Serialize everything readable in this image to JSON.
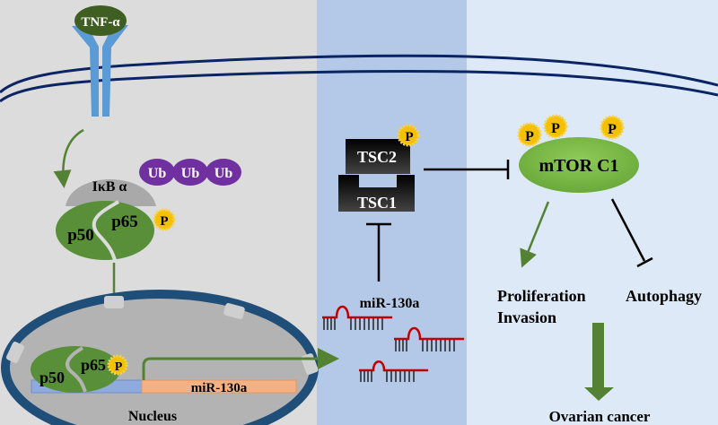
{
  "diagram": {
    "colors": {
      "cytoplasm_bg": "#dcdcdc",
      "middle_panel_bg": "#b4c8e8",
      "right_panel_bg": "#dde9f7",
      "membrane": "#0b2463",
      "receptor": "#5b9bd5",
      "ligand": "#3f5e22",
      "complex_green": "#5a8f3a",
      "mtor_green": "#7bbd45",
      "ikb_gray": "#a9a9a9",
      "ub_purple": "#7030a0",
      "phospho_yellow": "#f5c000",
      "nucleus_border": "#1f4e79",
      "nucleus_fill": "#b3b3b3",
      "dna_blue": "#8faadc",
      "gene_salmon": "#f4b183",
      "mirna_red": "#c00000",
      "arrow_green": "#548235",
      "inhibit_black": "#000000"
    },
    "ligand": {
      "label": "TNF-α"
    },
    "ikb": {
      "label": "IκB α"
    },
    "ubiquitin": [
      "Ub",
      "Ub",
      "Ub"
    ],
    "nfkb_cytoplasm": {
      "p50": "p50",
      "p65": "p65",
      "phospho": "P"
    },
    "nfkb_nucleus": {
      "p50": "p50",
      "p65": "p65",
      "phospho": "P"
    },
    "gene": {
      "label": "miR-130a"
    },
    "nucleus": {
      "label": "Nucleus"
    },
    "mirna": {
      "label": "miR-130a",
      "copies": 3
    },
    "tsc": {
      "tsc2": "TSC2",
      "tsc1": "TSC1",
      "phospho": "P"
    },
    "mtor": {
      "label": "mTOR C1",
      "phospho": [
        "P",
        "P",
        "P"
      ]
    },
    "outcomes": {
      "proliferation": "Proliferation",
      "invasion": "Invasion",
      "autophagy": "Autophagy",
      "cancer": "Ovarian cancer"
    }
  }
}
